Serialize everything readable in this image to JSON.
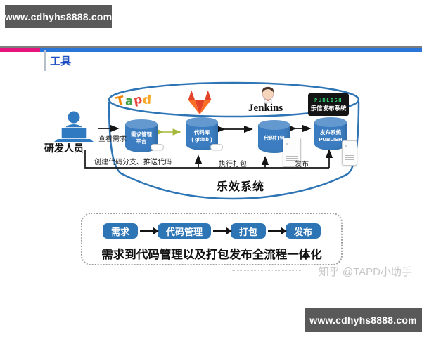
{
  "watermarks": {
    "top_left": "www.cdhyhs8888.com",
    "bottom_right": "www.cdhyhs8888.com"
  },
  "credit": "知乎 @TAPD小助手",
  "section_title": "工具",
  "logos": {
    "tapd_letters": [
      "T",
      "a",
      "p",
      "d"
    ],
    "jenkins_label": "Jenkins",
    "lexin_title": "PUBLISH",
    "lexin_subtitle": "乐信发布系统"
  },
  "diagram": {
    "actor_label": "研发人员",
    "system_label": "乐效系统",
    "nodes": [
      {
        "line1": "需求管理",
        "line2": "平台"
      },
      {
        "line1": "代码库",
        "line2": "( gitlab )"
      },
      {
        "line1": "代码打包",
        "line2": ""
      },
      {
        "line1": "发布系统",
        "line2": "PUBLISH"
      }
    ],
    "edge_labels": {
      "view_requirements": "查看需求",
      "create_branch_push": "创建代码分支、推送代码",
      "run_package": "执行打包",
      "publish": "发布"
    }
  },
  "flow": {
    "steps": [
      "需求",
      "代码管理",
      "打包",
      "发布"
    ],
    "caption": "需求到代码管理以及打包发布全流程一体化"
  },
  "colors": {
    "accent_blue": "#2e75b6",
    "node_blue": "#3b7dc0",
    "bar_blue": "#2a75da",
    "bar_pink": "#e6137e",
    "bar_gray": "#7d7d7d",
    "title_blue": "#1d4fc0",
    "green_arrow": "#a6b83c",
    "watermark_bg": "#595959",
    "credit_gray": "#c6c6c6",
    "gitlab_orange": "#fc6d26",
    "gitlab_red": "#e24329",
    "gitlab_yellow": "#fca326"
  }
}
